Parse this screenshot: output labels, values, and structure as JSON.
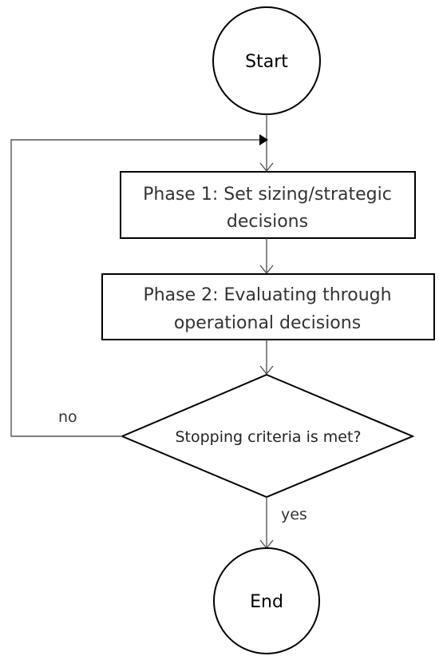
{
  "flowchart": {
    "start": {
      "label": "Start"
    },
    "phase1": {
      "line1": "Phase 1: Set sizing/strategic",
      "line2": "decisions"
    },
    "phase2": {
      "line1": "Phase 2: Evaluating through",
      "line2": "operational decisions"
    },
    "decision": {
      "label": "Stopping criteria is met?"
    },
    "branch_no": {
      "label": "no"
    },
    "branch_yes": {
      "label": "yes"
    },
    "end": {
      "label": "End"
    }
  }
}
